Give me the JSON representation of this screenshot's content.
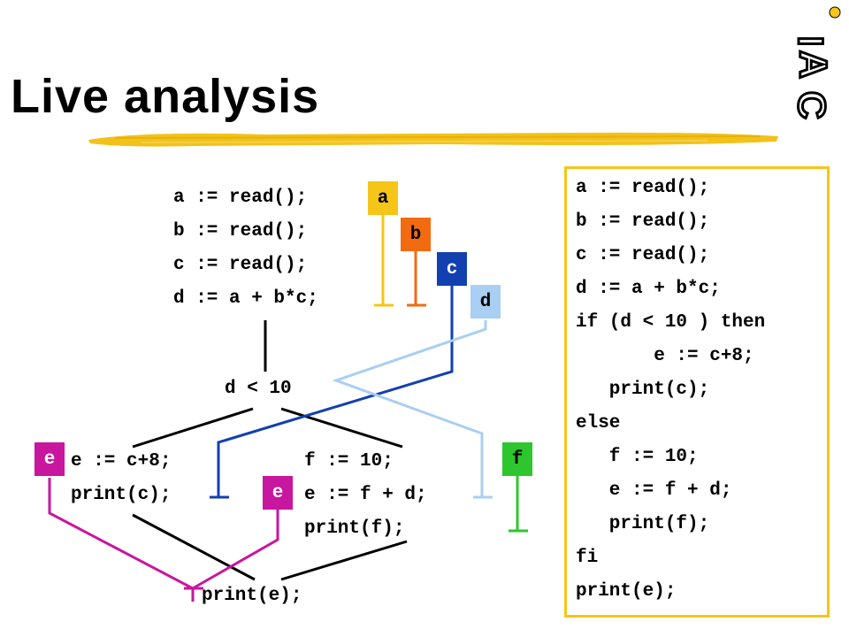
{
  "title": "Live analysis",
  "logo": {
    "letters": [
      "I",
      "A",
      "C"
    ]
  },
  "colors": {
    "a": "#f5c518",
    "b": "#f26b10",
    "c": "#1240b0",
    "d": "#a9cff2",
    "e": "#c8169e",
    "f": "#2ec62e",
    "panel_border": "#f5c518",
    "brush": "#f2c21a"
  },
  "diagram": {
    "block1": [
      "a := read();",
      "b := read();",
      "c := read();",
      "d := a + b*c;"
    ],
    "cond": "d < 10",
    "then_block": [
      "e := c+8;",
      "print(c);"
    ],
    "else_block": [
      "f := 10;",
      "e := f + d;",
      "print(f);"
    ],
    "exit_block": "print(e);",
    "tags": {
      "a": "a",
      "b": "b",
      "c": "c",
      "d": "d",
      "e_then": "e",
      "e_else": "e",
      "f": "f"
    }
  },
  "program": [
    "a := read();",
    "b := read();",
    "c := read();",
    "d := a + b*c;",
    "if (d < 10 ) then",
    "       e := c+8;",
    "   print(c);",
    "else",
    "   f := 10;",
    "   e := f + d;",
    "   print(f);",
    "fi",
    "print(e);"
  ]
}
